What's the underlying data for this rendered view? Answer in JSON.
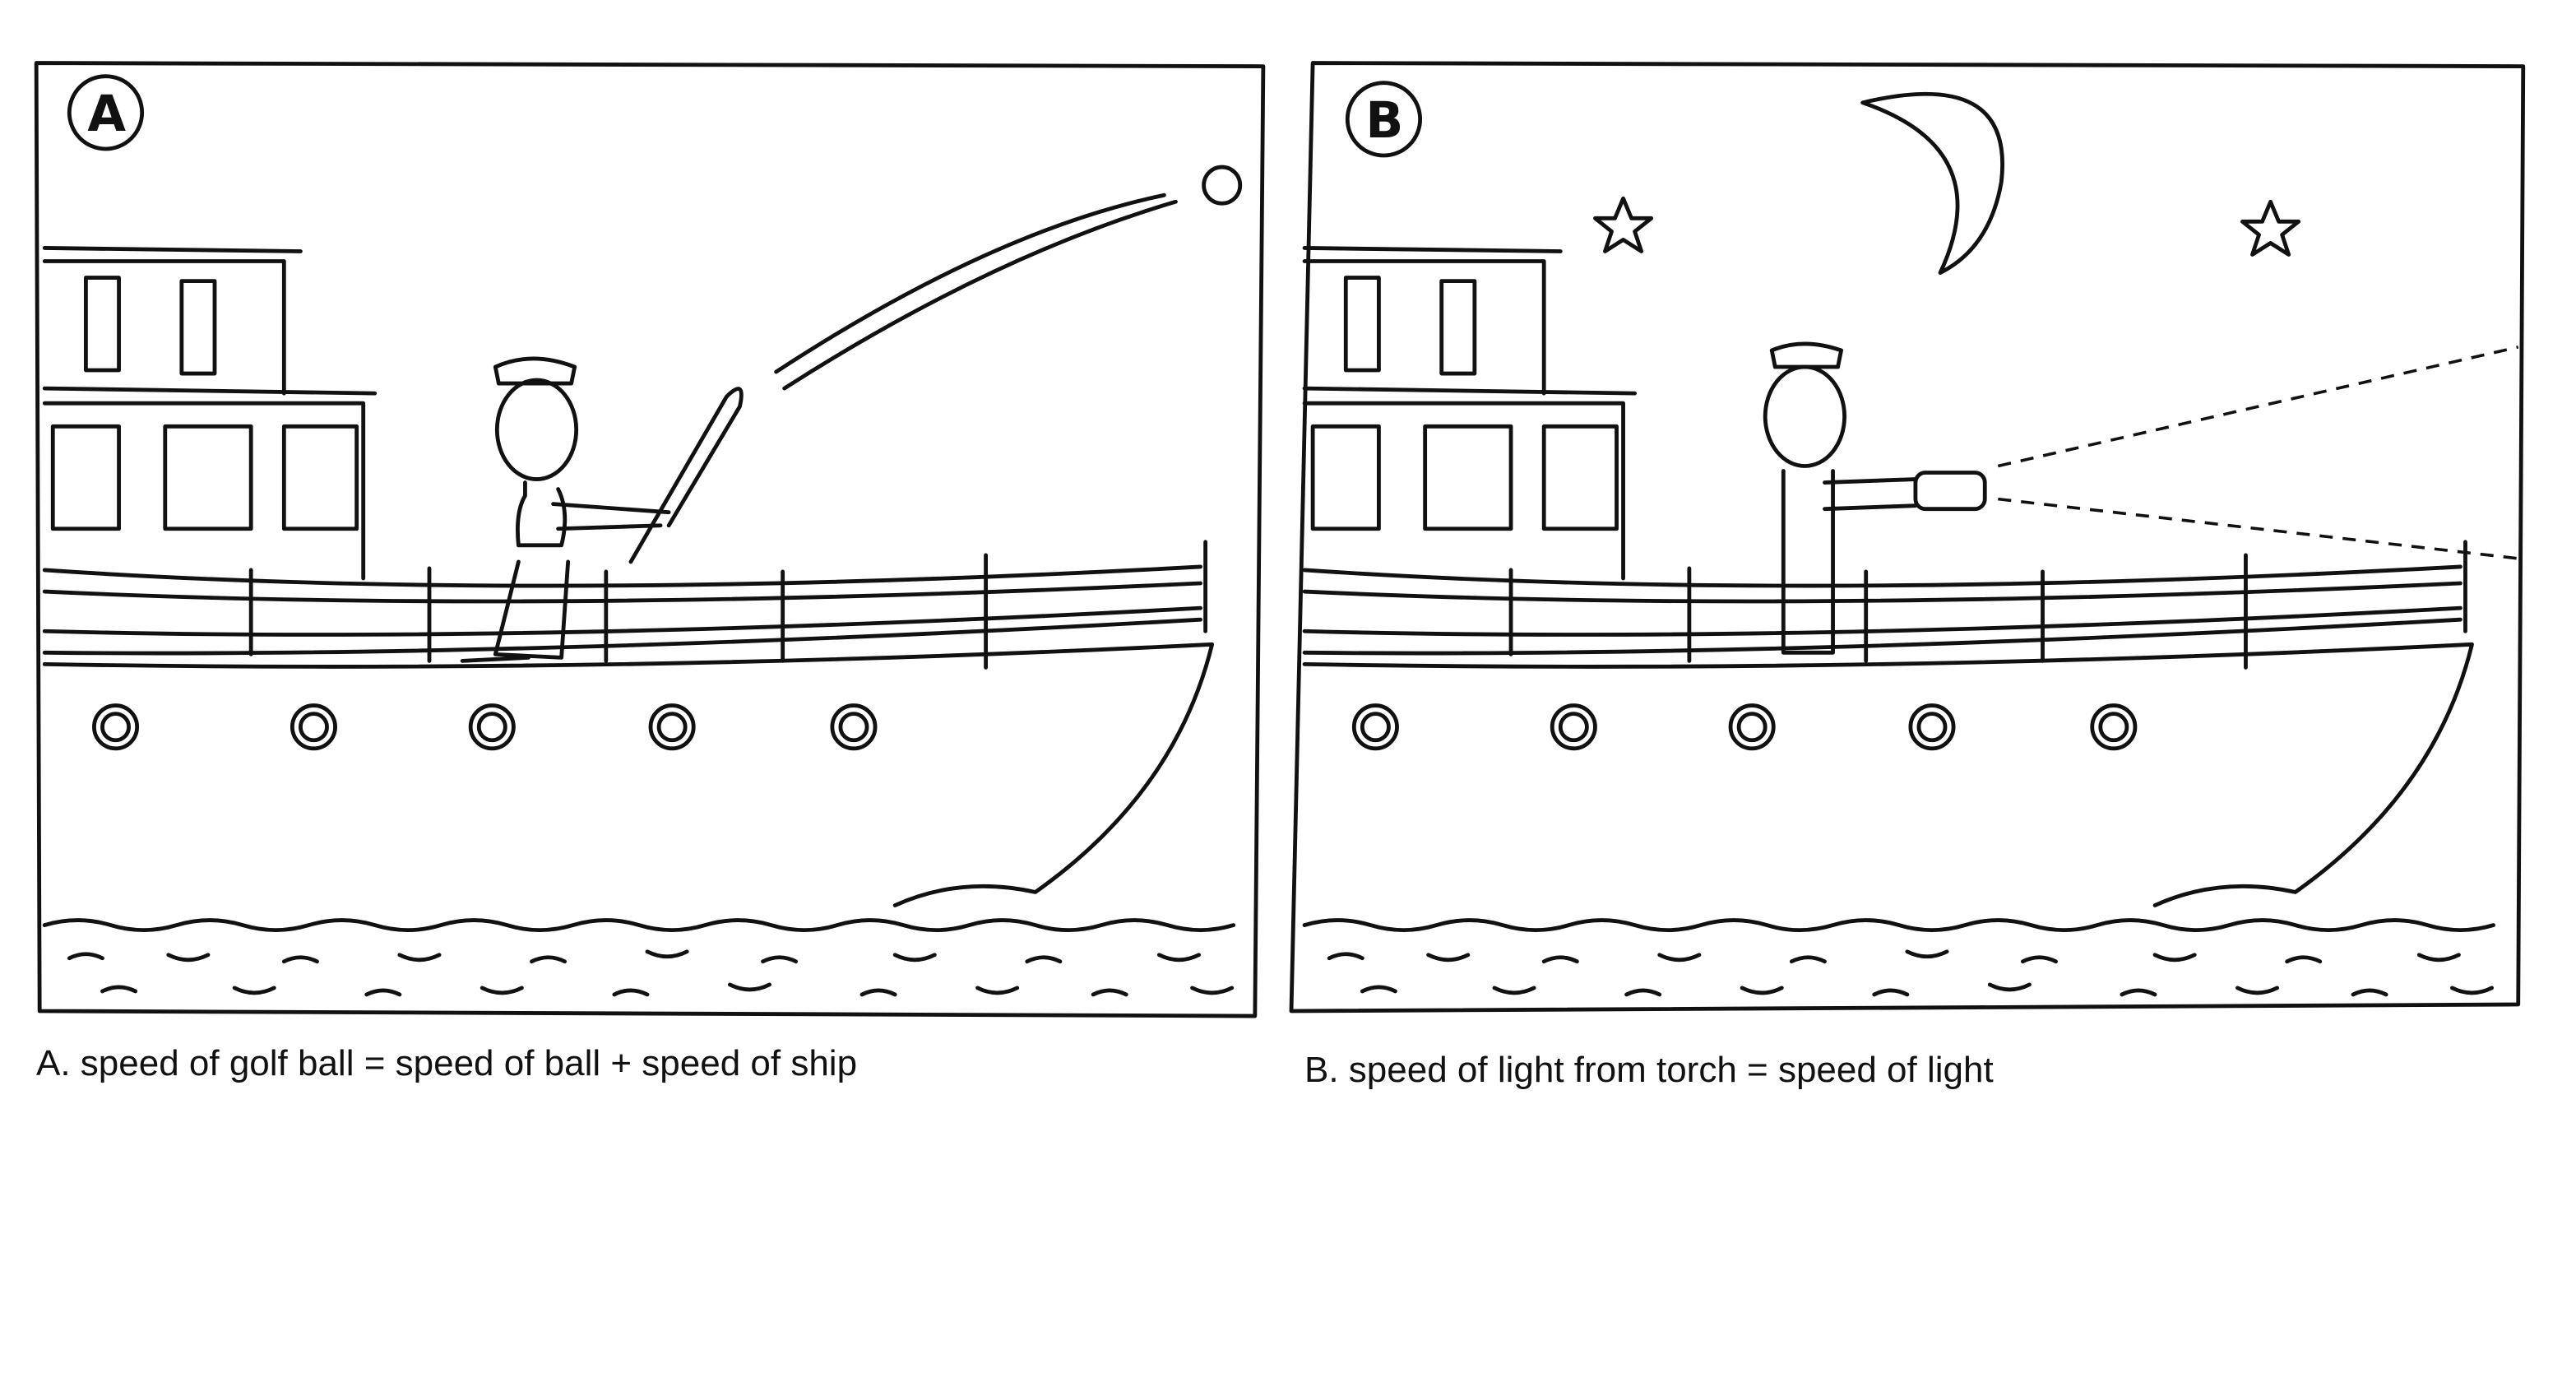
{
  "panels": [
    {
      "badge": "A",
      "caption": "A. speed of golf ball = speed of ball + speed of ship"
    },
    {
      "badge": "B",
      "caption": "B. speed of light from torch = speed of light"
    }
  ]
}
